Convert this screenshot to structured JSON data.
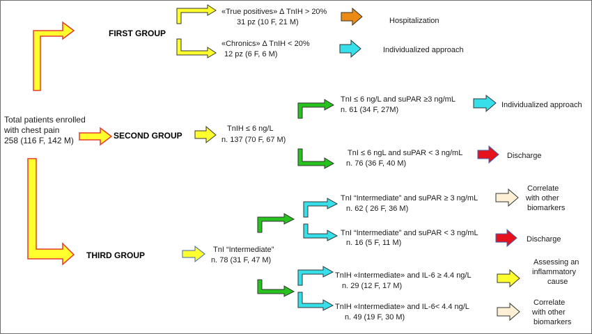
{
  "colors": {
    "yellow": "#ffff2e",
    "green": "#27c21d",
    "cyan": "#36e0ea",
    "orange": "#ec8a16",
    "red": "#e5121c",
    "beige": "#fdf0d4",
    "outline_red": "#e33a2c",
    "outline_blue": "#3a64b6",
    "outline_dark": "#333333"
  },
  "root": {
    "line1": "Total patients enrolled",
    "line2": "with chest pain",
    "line3": "258 (116 F, 142 M)"
  },
  "first_group": {
    "title": "FIRST GROUP",
    "true_positives": {
      "line1": "«True positives» ∆ TnIH > 20%",
      "line2": "31 pz (10 F, 21 M)",
      "outcome": "Hospitalization"
    },
    "chronics": {
      "line1": "«Chronics» ∆ TnIH < 20%",
      "line2": "12 pz (6 F, 6 M)",
      "outcome": "Individualized approach"
    }
  },
  "second_group": {
    "title": "SECOND GROUP",
    "node": {
      "line1": "TnIH ≤ 6  ng/L",
      "line2": "n. 137 (70 F, 67 M)"
    },
    "high_supar": {
      "line1": "TnI ≤ 6 ng/L and suPAR ≥3 ng/mL",
      "line2": "n. 61 (34 F, 27M)",
      "outcome": "Individualized approach"
    },
    "low_supar": {
      "line1": "TnI ≤ 6 ngL and suPAR < 3 ng/mL",
      "line2": "n. 76 (36 F, 40 M)",
      "outcome": "Discharge"
    }
  },
  "third_group": {
    "title": "THIRD GROUP",
    "node": {
      "line1": "TnI  “Intermediate”",
      "line2": "n. 78 (31 F, 47 M)"
    },
    "high_supar": {
      "line1": "TnI “Intermediate” and  suPAR ≥ 3 ng/mL",
      "line2": "n. 62 ( 26 F, 36 M)",
      "outcome": [
        "Correlate",
        "with other",
        "biomarkers"
      ]
    },
    "low_supar": {
      "line1": "TnI “Intermediate” and suPAR < 3 ng/mL",
      "line2": "n. 16 (5 F, 11 M)",
      "outcome": "Discharge"
    },
    "high_il6": {
      "line1": "TnIH «Intermediate» and IL-6 ≥ 4.4 ng/L",
      "line2": "n. 29 (12 F, 17 M)",
      "outcome": [
        "Assessing an",
        "inflammatory",
        "cause"
      ]
    },
    "low_il6": {
      "line1": "TnIH «Intermediate» and IL-6< 4.4 ng/L",
      "line2": "n. 49 (19 F, 30 M)",
      "outcome": [
        "Correlate",
        "with other",
        "biomarkers"
      ]
    }
  }
}
